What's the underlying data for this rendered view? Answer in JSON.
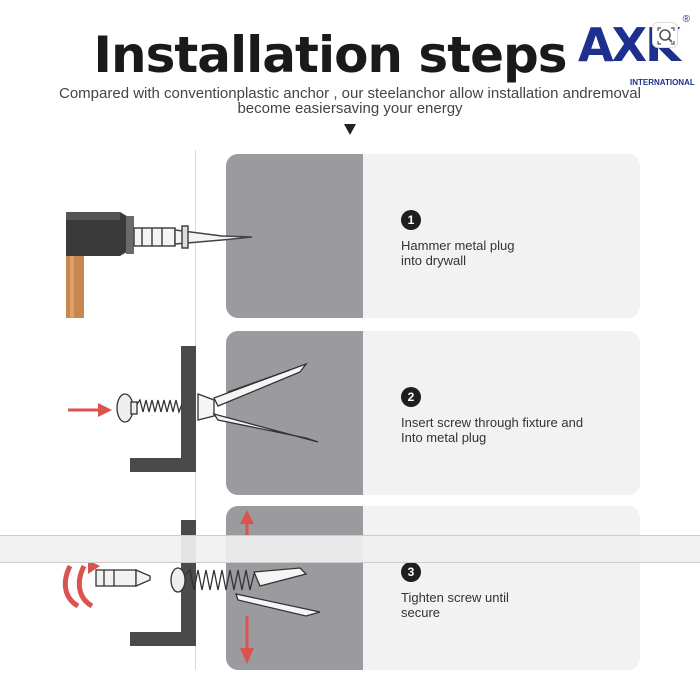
{
  "header": {
    "title": "Installation steps",
    "subtitle_line1": "Compared with conventionplastic anchor , our steelanchor allow installation andremoval",
    "subtitle_line2": "become easiersaving your energy"
  },
  "logo": {
    "letters": "AXK",
    "registered": "®",
    "sub": "INTERNATIONAL"
  },
  "steps": [
    {
      "number": "1",
      "line1": "Hammer metal plug",
      "line2": "into drywall"
    },
    {
      "number": "2",
      "line1": "Insert screw through fixture and",
      "line2": "Into metal plug"
    },
    {
      "number": "3",
      "line1": "Tighten screw until",
      "line2": "secure"
    }
  ],
  "icons": {
    "scroll_indicator": "triangle-down-icon",
    "lens": "visual-search-icon"
  }
}
